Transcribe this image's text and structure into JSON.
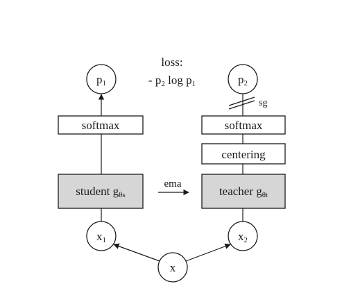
{
  "loss": {
    "title": "loss:",
    "formula_prefix": "- p",
    "formula_sub1": "2",
    "formula_mid": " log p",
    "formula_sub2": "1"
  },
  "nodes": {
    "p1": {
      "base": "p",
      "sub": "1"
    },
    "p2": {
      "base": "p",
      "sub": "2"
    },
    "x1": {
      "base": "x",
      "sub": "1"
    },
    "x2": {
      "base": "x",
      "sub": "2"
    },
    "x": {
      "base": "x"
    }
  },
  "student": {
    "softmax_label": "softmax",
    "network_label": "student g",
    "network_sub": "θs"
  },
  "teacher": {
    "softmax_label": "softmax",
    "centering_label": "centering",
    "network_label": "teacher g",
    "network_sub": "θt"
  },
  "edges": {
    "ema_label": "ema",
    "stop_grad_label": "sg"
  }
}
